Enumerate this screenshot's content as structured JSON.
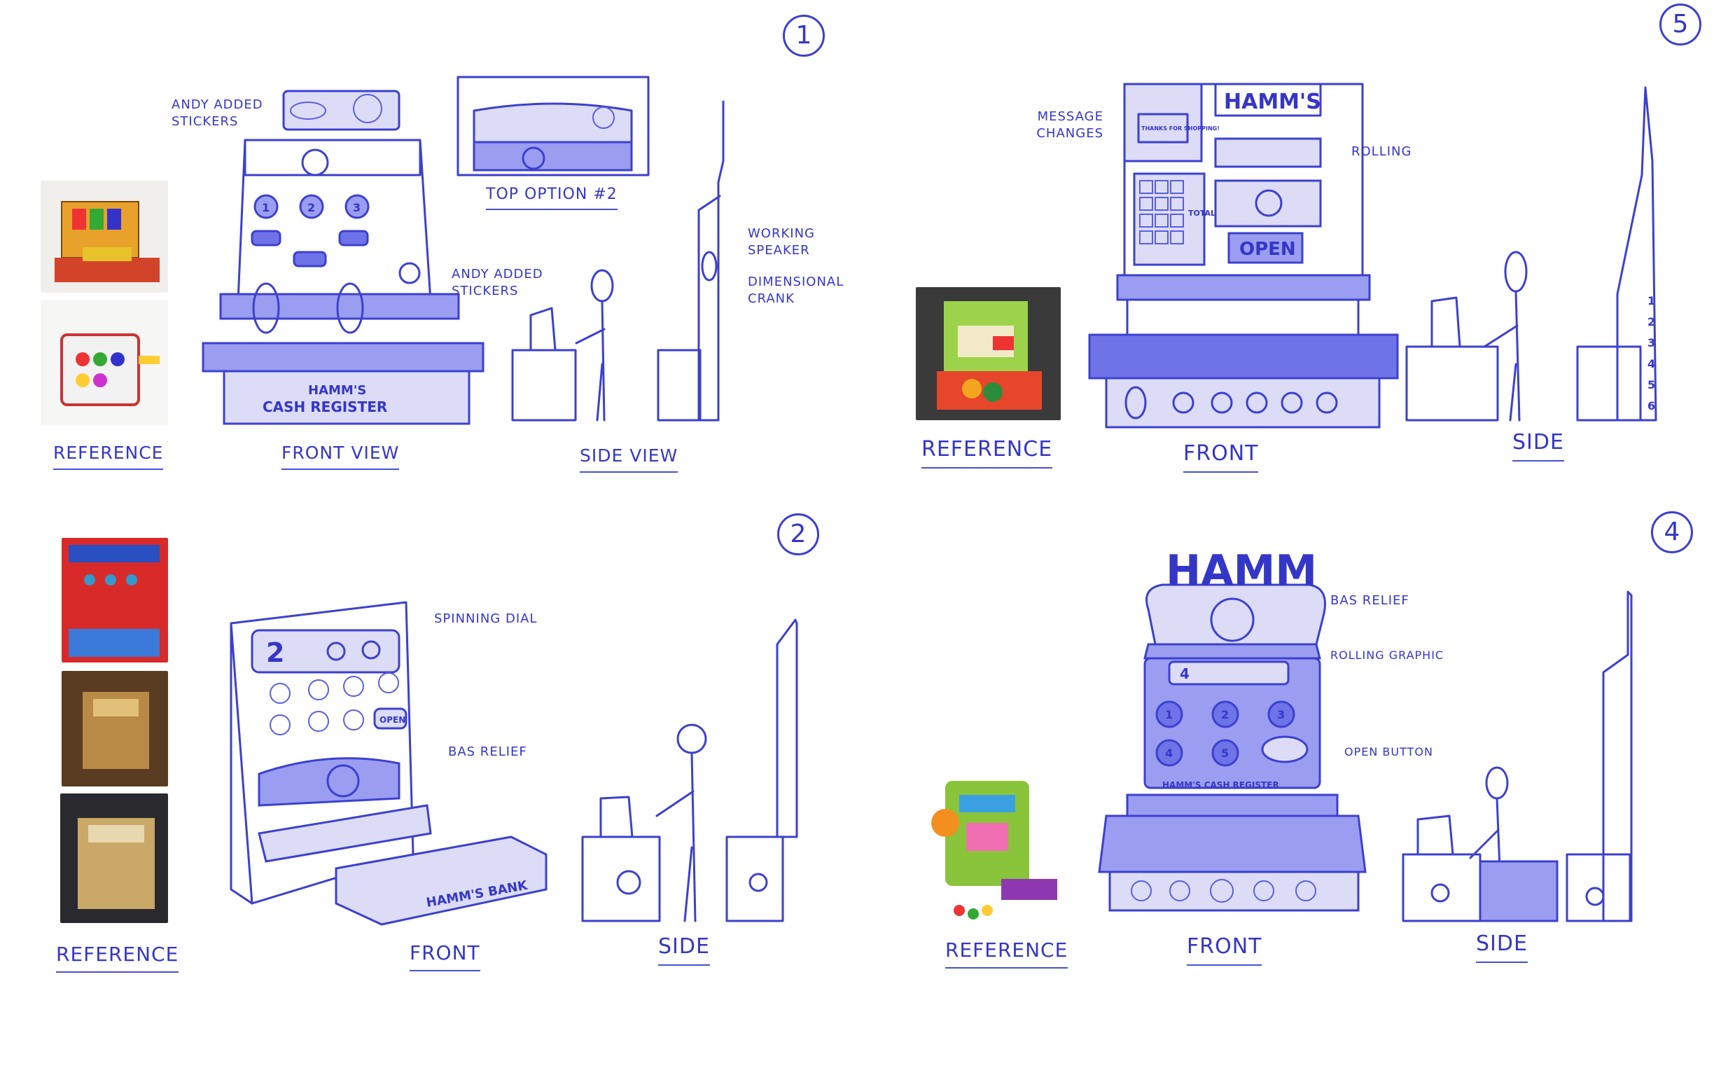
{
  "panels": {
    "p1": {
      "number": "1",
      "labels": {
        "reference": "REFERENCE",
        "front": "FRONT VIEW",
        "side": "SIDE VIEW"
      },
      "notes": {
        "stickers_top": "ANDY ADDED STICKERS",
        "stickers_mid": "ANDY ADDED STICKERS",
        "top_option": "TOP OPTION #2",
        "speaker": "WORKING SPEAKER",
        "crank": "DIMENSIONAL CRANK"
      },
      "register_text": {
        "name": "HAMM'S",
        "subname": "CASH REGISTER",
        "keys": [
          "1",
          "2",
          "3"
        ]
      }
    },
    "p5": {
      "number": "5",
      "labels": {
        "reference": "REFERENCE",
        "front": "FRONT",
        "side": "SIDE"
      },
      "notes": {
        "message": "MESSAGE CHANGES",
        "rolling": "ROLLING"
      },
      "register_text": {
        "brand": "HAMM'S",
        "screen": "THANKS FOR SHOPPING!",
        "open": "OPEN",
        "total": "TOTAL",
        "side_scale": [
          "1",
          "2",
          "3",
          "4",
          "5",
          "6"
        ]
      }
    },
    "p2": {
      "number": "2",
      "labels": {
        "reference": "REFERENCE",
        "front": "FRONT",
        "side": "SIDE"
      },
      "notes": {
        "dial": "SPINNING DIAL",
        "relief": "BAS RELIEF"
      },
      "register_text": {
        "dial": "2",
        "open": "OPEN",
        "bank": "HAMM'S BANK"
      }
    },
    "p4": {
      "number": "4",
      "labels": {
        "reference": "REFERENCE",
        "front": "FRONT",
        "side": "SIDE"
      },
      "notes": {
        "relief": "BAS RELIEF",
        "rolling": "ROLLING GRAPHIC",
        "open": "OPEN BUTTON"
      },
      "register_text": {
        "brand": "HAMM",
        "name": "HAMM'S CASH REGISTER",
        "keys": [
          "1",
          "2",
          "3",
          "4",
          "5"
        ],
        "roller": "4"
      }
    }
  },
  "colors": {
    "ink": "#3436c8",
    "fill_light": "#dcdcf7",
    "fill_mid": "#9b9ef0",
    "fill_dark": "#6f73e8"
  }
}
